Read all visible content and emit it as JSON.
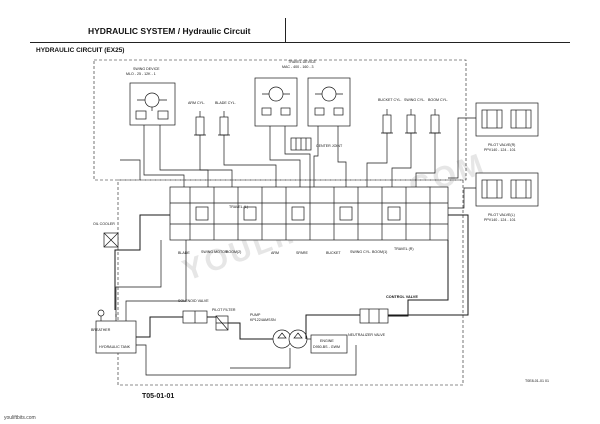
{
  "header": {
    "title": "HYDRAULIC SYSTEM / Hydraulic Circuit"
  },
  "diagram": {
    "subtitle": "HYDRAULIC CIRCUIT (EX25)",
    "watermark": "YOULIFTBITS.COM",
    "labels": {
      "swing_device": "SWING DEVICE",
      "swing_device_code": "MLO - 25 - 12K - 1",
      "travel_device": "TRAVEL DEVICE",
      "travel_device_code": "MAC - 400 - 160 - 3",
      "arm_cyl": "ARM CYL.",
      "blade_cyl": "BLADE CYL.",
      "bucket_cyl": "BUCKET CYL.",
      "swing_cyl": "SWING CYL.",
      "boom_cyl": "BOOM CYL.",
      "center_joint": "CENTER JOINT",
      "pilot_valve_r": "PILOT VALVE(R)",
      "pilot_valve_r_code": "PPV140 - 124 - 101",
      "pilot_valve_l": "PILOT VALVE(L)",
      "pilot_valve_l_code": "PPV140 - 124 - 101",
      "travel_l": "TRAVEL (L)",
      "travel_r": "TRAVEL (R)",
      "oil_cooler": "OIL COOLER",
      "blade": "BLADE",
      "swing_motor": "SWING MOTOR",
      "boom_2": "BOOM(2)",
      "arm": "ARM",
      "spare": "SPARE",
      "bucket": "BUCKET",
      "swing_cyl_spool": "SWING CYL.",
      "boom_1": "BOOM(1)",
      "control_valve": "CONTROL VALVE",
      "solenoid_valve": "SOLENOID VALVE",
      "pilot_filter": "PILOT FILTER",
      "pump": "PUMP",
      "pump_code": "KP1224AMSSN",
      "engine": "ENGINE",
      "engine_code": "D950-BS - GWM",
      "breather": "BREATHER",
      "hydraulic_tank": "HYDRAULIC TANK",
      "neutralizer_valve": "NEUTRALIZER VALVE",
      "drawing_no": "T0E8-01-01 01"
    }
  },
  "footer": {
    "page_code": "T05-01-01",
    "site": "youliftbits.com"
  }
}
